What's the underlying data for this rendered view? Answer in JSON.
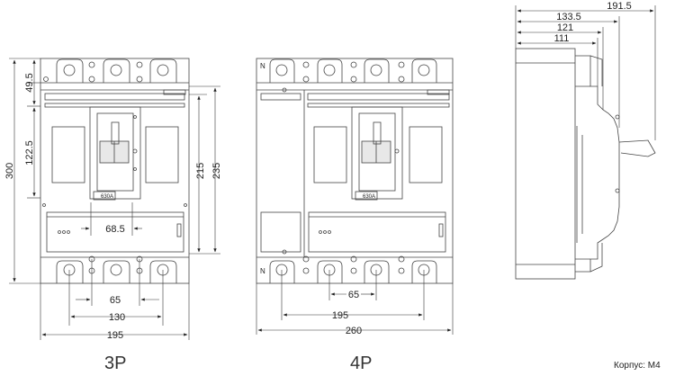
{
  "view_3p": {
    "caption": "3P",
    "dim_height_total": "300",
    "dim_top_offset": "49.5",
    "dim_mid_height": "122.5",
    "dim_inner_pole": "68.5",
    "dim_pole_pitch": "65",
    "dim_outer_poles": "130",
    "dim_width": "195",
    "dim_right_inner": "215",
    "dim_right_outer": "235",
    "rating_label": "630A"
  },
  "view_4p": {
    "caption": "4P",
    "neutral_label": "N",
    "dim_pole_pitch": "65",
    "dim_span": "195",
    "dim_width": "260",
    "rating_label": "630A"
  },
  "side_view": {
    "dim_1": "191.5",
    "dim_2": "133.5",
    "dim_3": "121",
    "dim_4": "111"
  },
  "note": "Корпус: М4"
}
